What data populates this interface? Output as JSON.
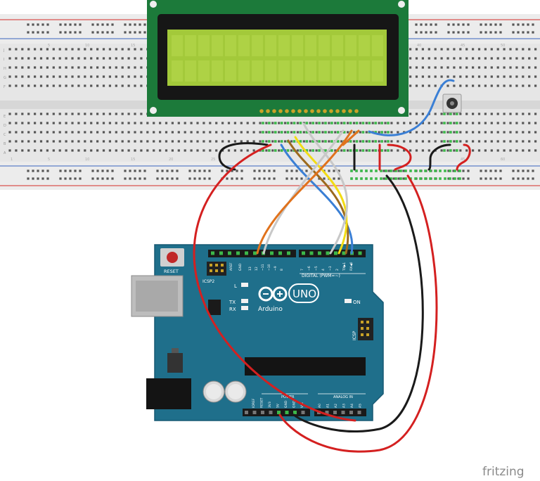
{
  "breadboard": {
    "row_letters_top": [
      "F",
      "G",
      "H",
      "I",
      "J"
    ],
    "row_letters_bottom": [
      "A",
      "B",
      "C",
      "D",
      "E"
    ],
    "column_numbers": [
      "1",
      "5",
      "10",
      "15",
      "20",
      "25",
      "30",
      "35",
      "40",
      "45",
      "50",
      "55",
      "60"
    ]
  },
  "arduino": {
    "reset_label": "RESET",
    "icsp2_label": "ICSP2",
    "aref_label": "AREF",
    "gnd_label": "GND",
    "digital_pin_labels": [
      "13",
      "12",
      "~11",
      "~10",
      "~9",
      "8",
      "7",
      "~6",
      "~5",
      "4",
      "~3",
      "2",
      "TX▶1",
      "RX◀0"
    ],
    "digital_label": "DIGITAL (PWM=~)",
    "l_label": "L",
    "tx_label": "TX",
    "rx_label": "RX",
    "on_label": "ON",
    "uno_label": "UNO",
    "brand_label": "Arduino",
    "icsp_label": "ICSP",
    "power_label": "POWER",
    "analog_label": "ANALOG IN",
    "power_pin_labels": [
      "IOREF",
      "RESET",
      "3V3",
      "5V",
      "GND",
      "GND",
      "VIN"
    ],
    "analog_pin_labels": [
      "A0",
      "A1",
      "A2",
      "A3",
      "A4",
      "A5"
    ]
  },
  "watermark": "fritzing",
  "colors": {
    "breadboard": "#e8e8e8",
    "board_blue": "#1f6f8b",
    "lcd_green": "#1c7a3a",
    "lcd_screen": "#a3c93a",
    "wire_red": "#d42020",
    "wire_black": "#1a1a1a",
    "wire_blue": "#3a7fd5",
    "wire_yellow": "#f2dc14",
    "wire_orange": "#e0721c",
    "wire_white": "#c8c8c8",
    "wire_brown": "#9c6a1e"
  }
}
